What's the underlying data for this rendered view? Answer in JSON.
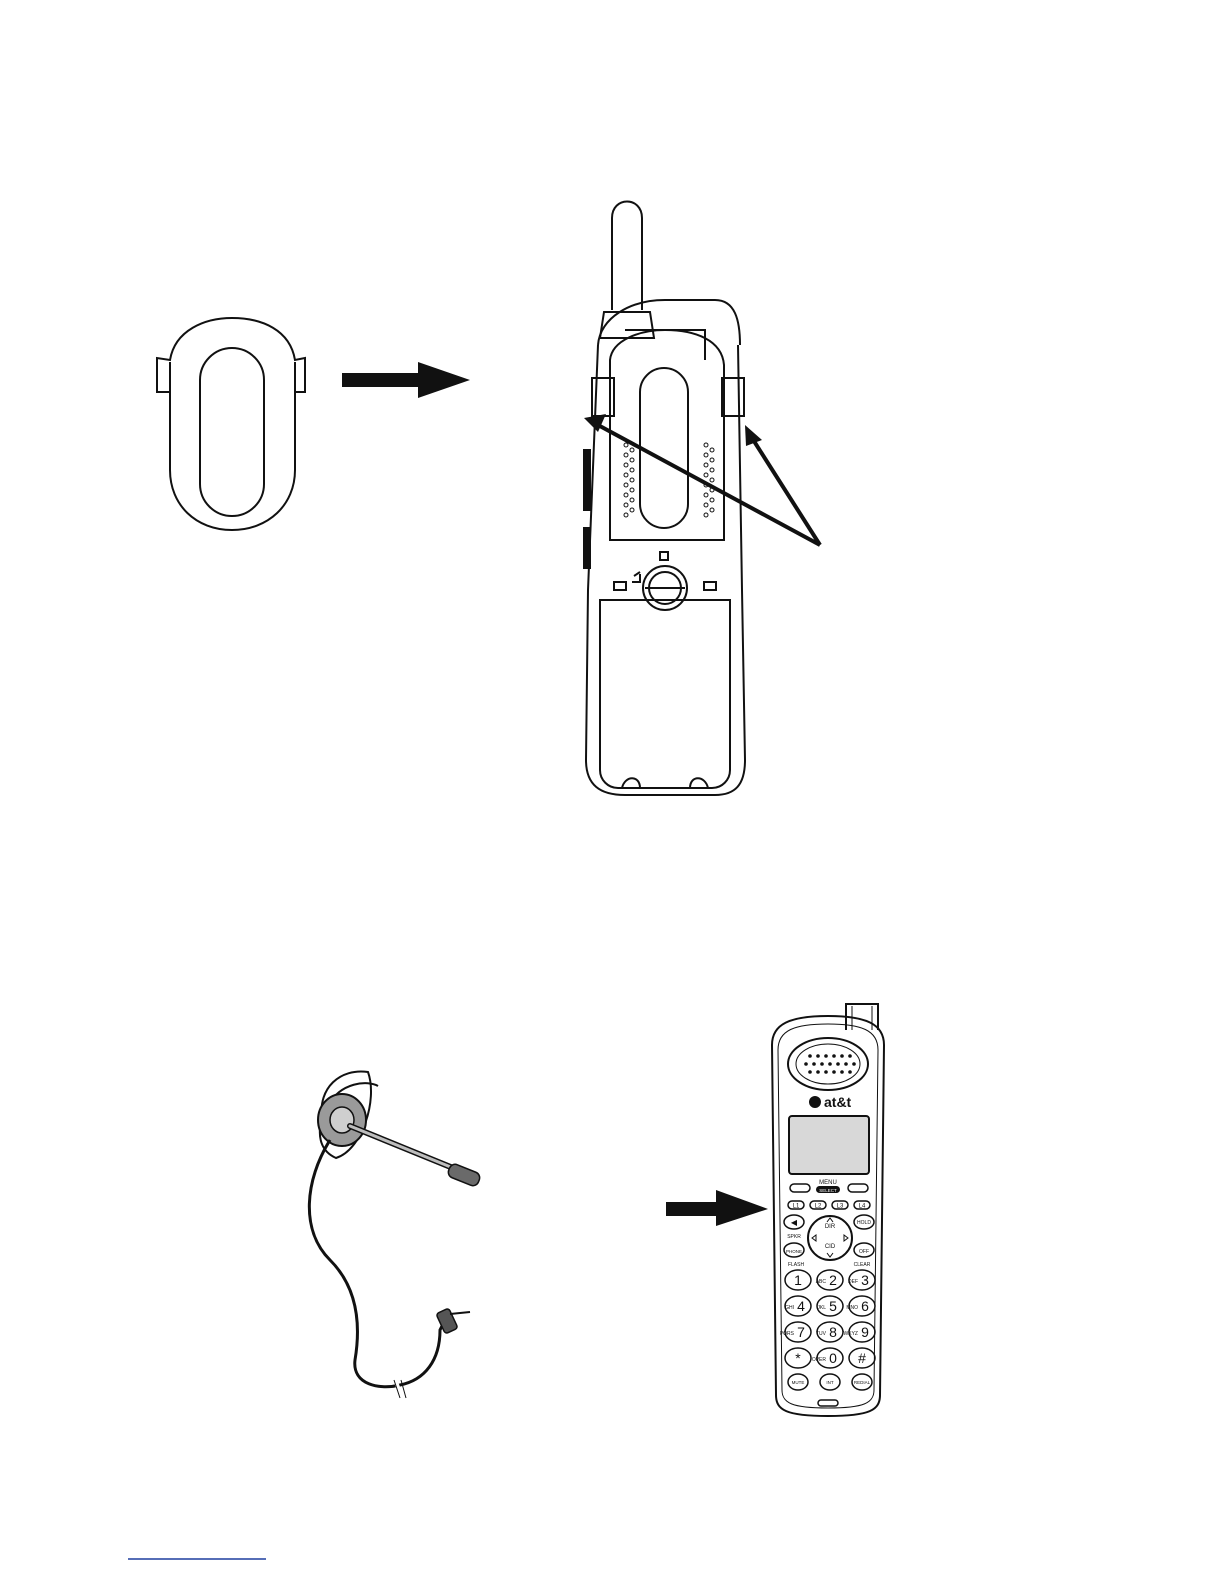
{
  "figure_top": {
    "parts": [
      "belt-clip",
      "handset-back"
    ]
  },
  "figure_bottom": {
    "parts": [
      "headset",
      "handset-front"
    ],
    "handset": {
      "brand": "at&t",
      "menu_label": "MENU",
      "select_label": "SELECT",
      "line_keys": [
        "L1",
        "L2",
        "L3",
        "L4"
      ],
      "nav_labels": {
        "dir": "DIR",
        "cid": "CID"
      },
      "side_keys": {
        "hold": "HOLD",
        "spkr": "SPKR",
        "phone": "PHONE",
        "off": "OFF",
        "flash": "FLASH",
        "clear": "CLEAR"
      },
      "keypad": [
        {
          "letters": "",
          "digit": "1"
        },
        {
          "letters": "ABC",
          "digit": "2"
        },
        {
          "letters": "DEF",
          "digit": "3"
        },
        {
          "letters": "GHI",
          "digit": "4"
        },
        {
          "letters": "JKL",
          "digit": "5"
        },
        {
          "letters": "MNO",
          "digit": "6"
        },
        {
          "letters": "PQRS",
          "digit": "7"
        },
        {
          "letters": "TUV",
          "digit": "8"
        },
        {
          "letters": "WXYZ",
          "digit": "9"
        },
        {
          "letters": "",
          "digit": "*"
        },
        {
          "letters": "OPER",
          "digit": "0"
        },
        {
          "letters": "",
          "digit": "#"
        }
      ],
      "bottom_keys": [
        "MUTE",
        "INT",
        "REDIAL"
      ]
    }
  },
  "colors": {
    "ink": "#111111",
    "gray_ear": "#9a9a9a",
    "footer_link": "#1f3f9f"
  }
}
